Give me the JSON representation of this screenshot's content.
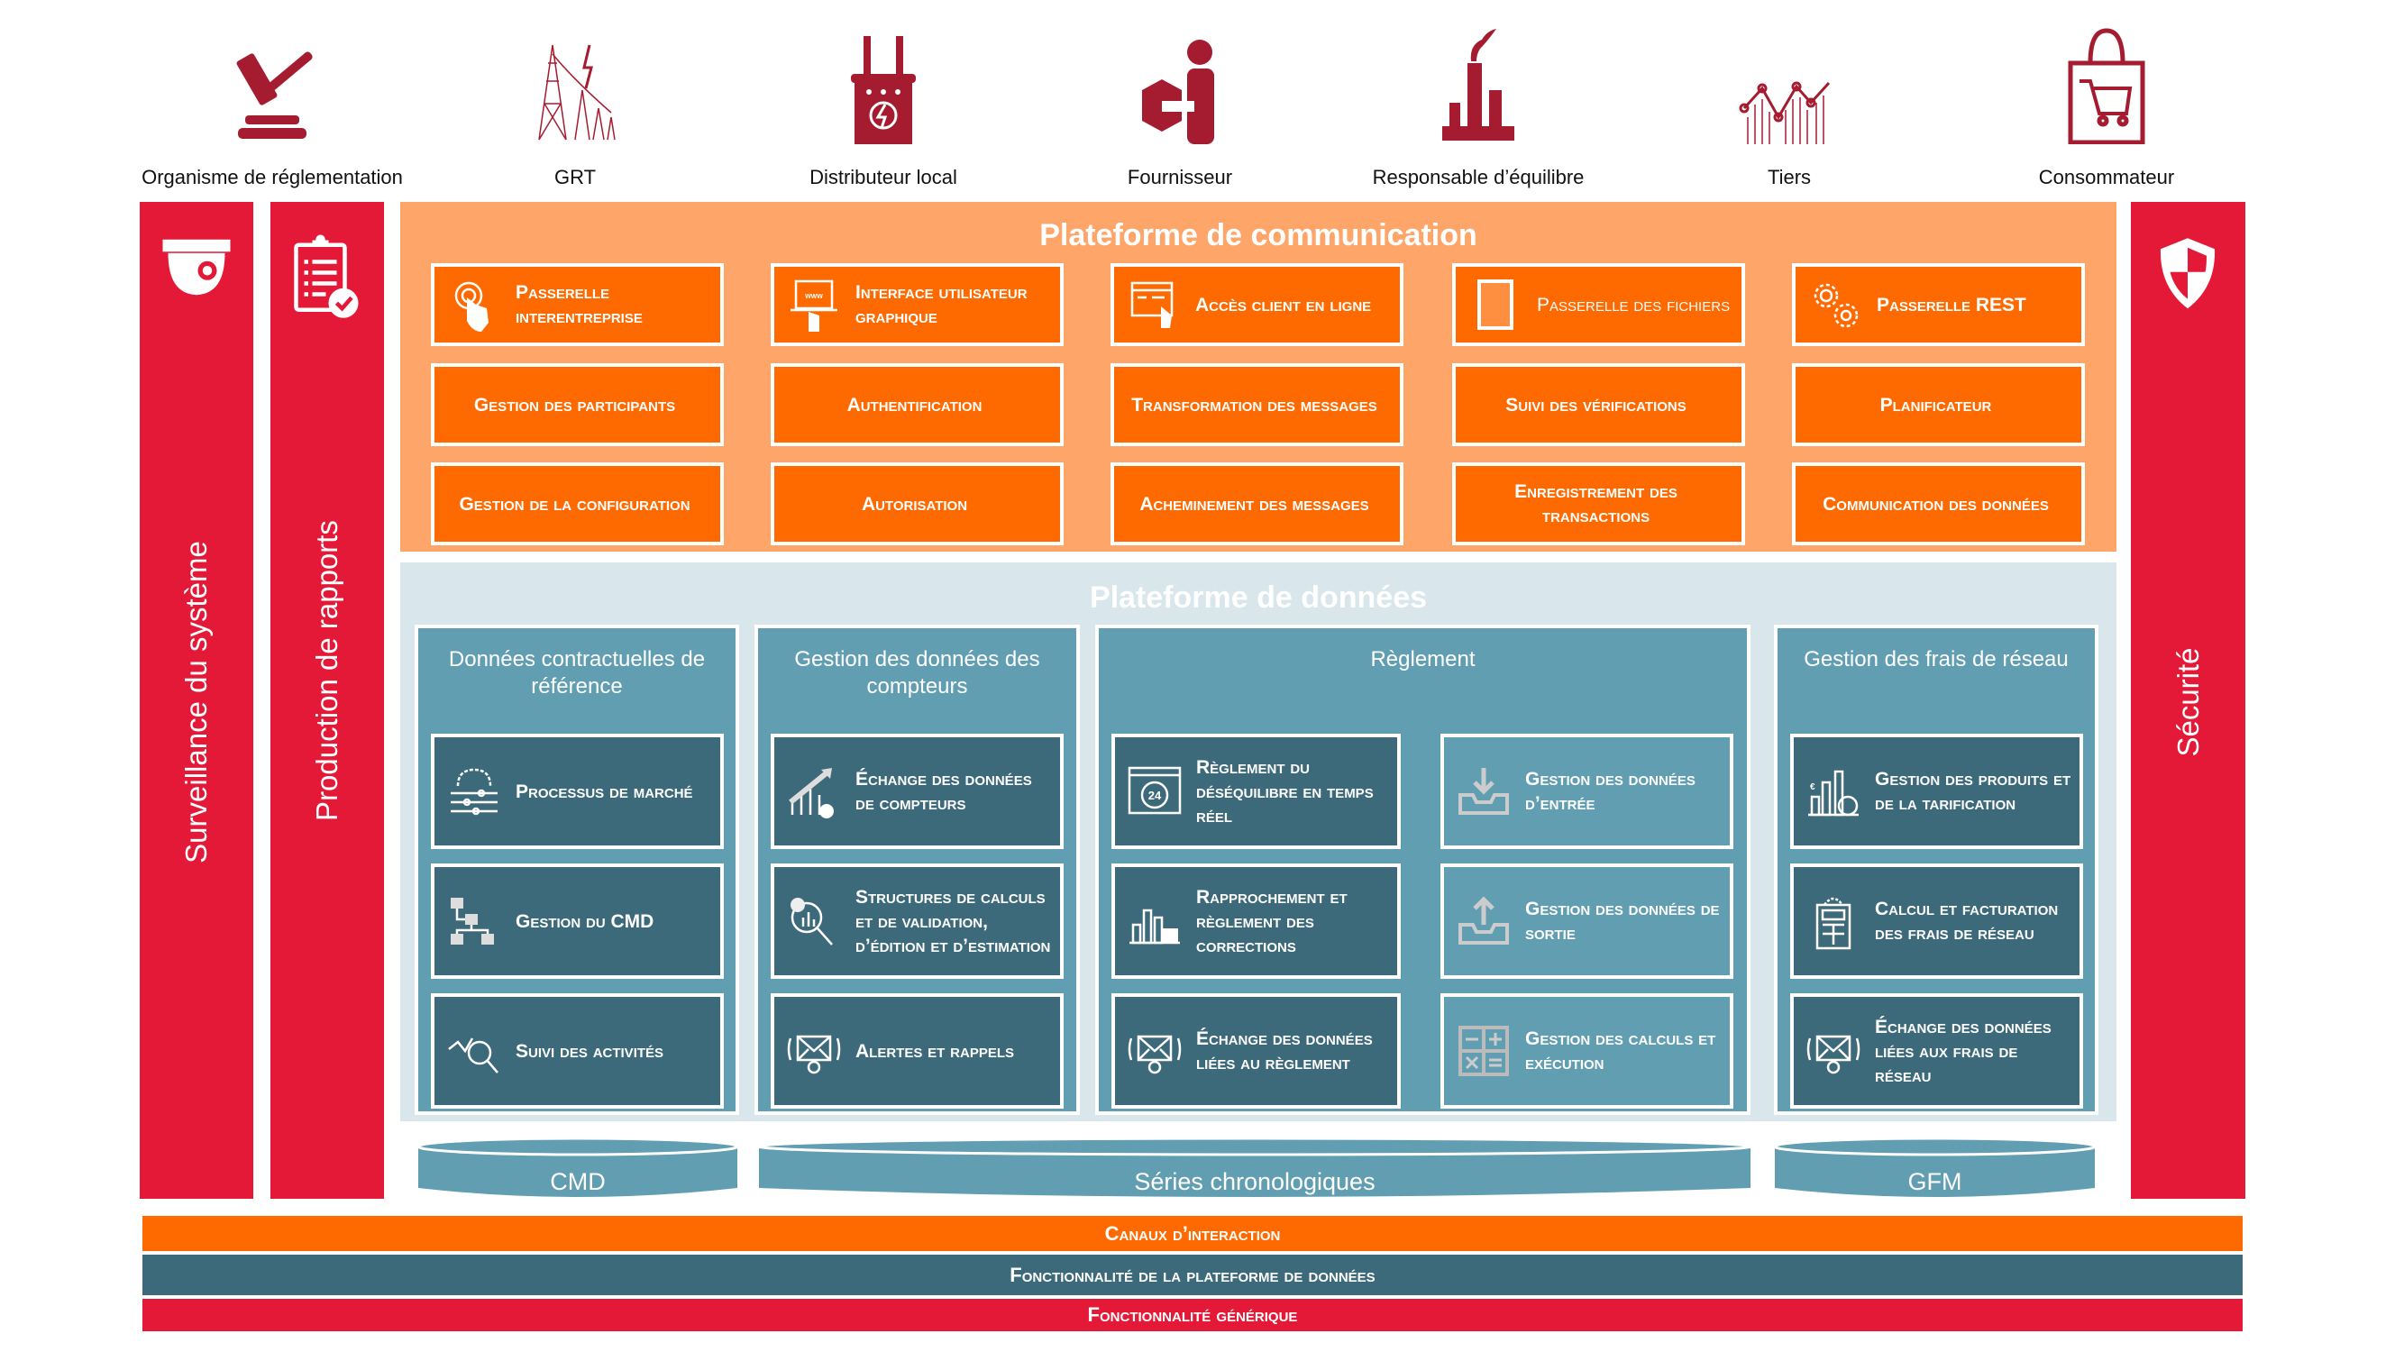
{
  "colors": {
    "red": "#E31937",
    "orange": "#FF6A00",
    "orange_bg": "#FEA66A",
    "data_bg": "#D9E6EC",
    "teal": "#629EB2",
    "dark_teal": "#3C6A7A",
    "icon_red": "#A51C30"
  },
  "actors": [
    {
      "label": "Organisme de réglementation",
      "icon": "gavel-icon"
    },
    {
      "label": "GRT",
      "icon": "power-tower-icon"
    },
    {
      "label": "Distributeur local",
      "icon": "transformer-icon"
    },
    {
      "label": "Fournisseur",
      "icon": "supplier-person-icon"
    },
    {
      "label": "Responsable d’équilibre",
      "icon": "factory-icon"
    },
    {
      "label": "Tiers",
      "icon": "line-chart-icon"
    },
    {
      "label": "Consommateur",
      "icon": "shopping-bag-icon"
    }
  ],
  "side_columns": {
    "monitoring": {
      "label": "Surveillance du système",
      "icon": "security-camera-icon"
    },
    "reporting": {
      "label": "Production de rapports",
      "icon": "clipboard-check-icon"
    },
    "security": {
      "label": "Sécurité",
      "icon": "shield-icon"
    }
  },
  "communication_platform": {
    "title": "Plateforme de communication",
    "cards": [
      {
        "label": "Passerelle interentreprise",
        "icon": "touch-hand-icon"
      },
      {
        "label": "Interface utilisateur graphique",
        "icon": "www-monitor-icon"
      },
      {
        "label": "Accès client en ligne",
        "icon": "browser-click-icon"
      },
      {
        "label": "Passerelle des fichiers",
        "icon": "file-icon"
      },
      {
        "label": "Passerelle REST",
        "icon": "gears-icon"
      },
      {
        "label": "Gestion des participants"
      },
      {
        "label": "Authentification"
      },
      {
        "label": "Transformation des messages"
      },
      {
        "label": "Suivi des vérifications"
      },
      {
        "label": "Planificateur"
      },
      {
        "label": "Gestion de la configuration"
      },
      {
        "label": "Autorisation"
      },
      {
        "label": "Acheminement des messages"
      },
      {
        "label": "Enregistrement des transactions"
      },
      {
        "label": "Communication des données"
      }
    ]
  },
  "data_platform": {
    "title": "Plateforme de données",
    "groups": [
      {
        "title": "Données contractuelles de référence",
        "cards": [
          {
            "label": "Processus de marché",
            "icon": "gear-sliders-icon"
          },
          {
            "label": "Gestion du CMD",
            "icon": "hierarchy-icon"
          },
          {
            "label": "Suivi des activités",
            "icon": "activity-search-icon"
          }
        ]
      },
      {
        "title": "Gestion des données des compteurs",
        "cards": [
          {
            "label": "Échange des données de compteurs",
            "icon": "chart-up-icon"
          },
          {
            "label": "Structures de calculs et de validation, d’édition et d’estimation",
            "icon": "magnifier-chart-icon"
          },
          {
            "label": "Alertes et rappels",
            "icon": "envelope-alert-icon"
          }
        ]
      },
      {
        "title": "Règlement",
        "cards": [
          {
            "label": "Règlement du déséquilibre en temps réel",
            "icon": "clock-24-icon"
          },
          {
            "label": "Rapprochement et règlement des corrections",
            "icon": "bar-chart-icon"
          },
          {
            "label": "Échange des données liées au règlement",
            "icon": "envelope-alert-icon"
          },
          {
            "label": "Gestion des données d’entrée",
            "icon": "inbox-in-icon"
          },
          {
            "label": "Gestion des données de sortie",
            "icon": "inbox-out-icon"
          },
          {
            "label": "Gestion des calculs et exécution",
            "icon": "calculator-grid-icon"
          }
        ]
      },
      {
        "title": "Gestion des frais de réseau",
        "cards": [
          {
            "label": "Gestion des produits et de la tarification",
            "icon": "euro-bars-icon"
          },
          {
            "label": "Calcul et facturation des frais de réseau",
            "icon": "calculator-icon"
          },
          {
            "label": "Échange des données liées aux frais de réseau",
            "icon": "envelope-alert-icon"
          }
        ]
      }
    ]
  },
  "databases": [
    {
      "label": "CMD"
    },
    {
      "label": "Séries chronologiques"
    },
    {
      "label": "GFM"
    }
  ],
  "bottom_bars": [
    {
      "label": "Canaux d’interaction"
    },
    {
      "label": "Fonctionnalité de la plateforme de données"
    },
    {
      "label": "Fonctionnalité générique"
    }
  ]
}
